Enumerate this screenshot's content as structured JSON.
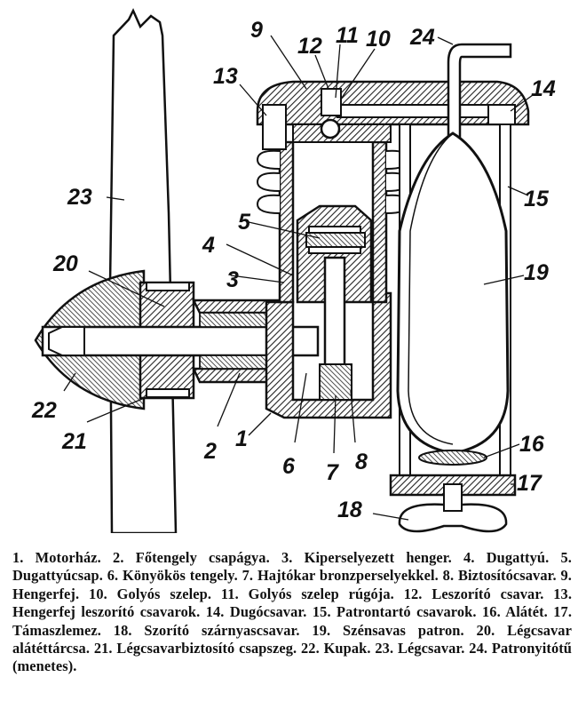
{
  "labels": [
    "1",
    "2",
    "3",
    "4",
    "5",
    "6",
    "7",
    "8",
    "9",
    "10",
    "11",
    "12",
    "13",
    "14",
    "15",
    "16",
    "17",
    "18",
    "19",
    "20",
    "21",
    "22",
    "23",
    "24"
  ],
  "caption": [
    {
      "n": "1.",
      "t": "Motorház."
    },
    {
      "n": "2.",
      "t": "Főtengely csapágya."
    },
    {
      "n": "3.",
      "t": "Kiperselyezett henger."
    },
    {
      "n": "4.",
      "t": "Dugattyú."
    },
    {
      "n": "5.",
      "t": "Dugattyúcsap."
    },
    {
      "n": "6.",
      "t": "Könyökös tengely."
    },
    {
      "n": "7.",
      "t": "Hajtókar bronzperselyekkel."
    },
    {
      "n": "8.",
      "t": "Biztosítócsavar."
    },
    {
      "n": "9.",
      "t": "Hengerfej."
    },
    {
      "n": "10.",
      "t": "Golyós szelep."
    },
    {
      "n": "11.",
      "t": "Golyós szelep rúgója."
    },
    {
      "n": "12.",
      "t": "Leszorító csavar."
    },
    {
      "n": "13.",
      "t": "Hengerfej leszorító csavarok."
    },
    {
      "n": "14.",
      "t": "Dugócsavar."
    },
    {
      "n": "15.",
      "t": "Patrontartó csavarok."
    },
    {
      "n": "16.",
      "t": "Alátét."
    },
    {
      "n": "17.",
      "t": "Támaszlemez."
    },
    {
      "n": "18.",
      "t": "Szorító szárnyascsavar."
    },
    {
      "n": "19.",
      "t": "Szénsavas patron."
    },
    {
      "n": "20.",
      "t": "Légcsavar alátéttárcsa."
    },
    {
      "n": "21.",
      "t": "Légcsavarbiztosító csapszeg."
    },
    {
      "n": "22.",
      "t": "Kupak."
    },
    {
      "n": "23.",
      "t": "Légcsavar."
    },
    {
      "n": "24.",
      "t": "Patronyitótű (menetes)."
    }
  ]
}
